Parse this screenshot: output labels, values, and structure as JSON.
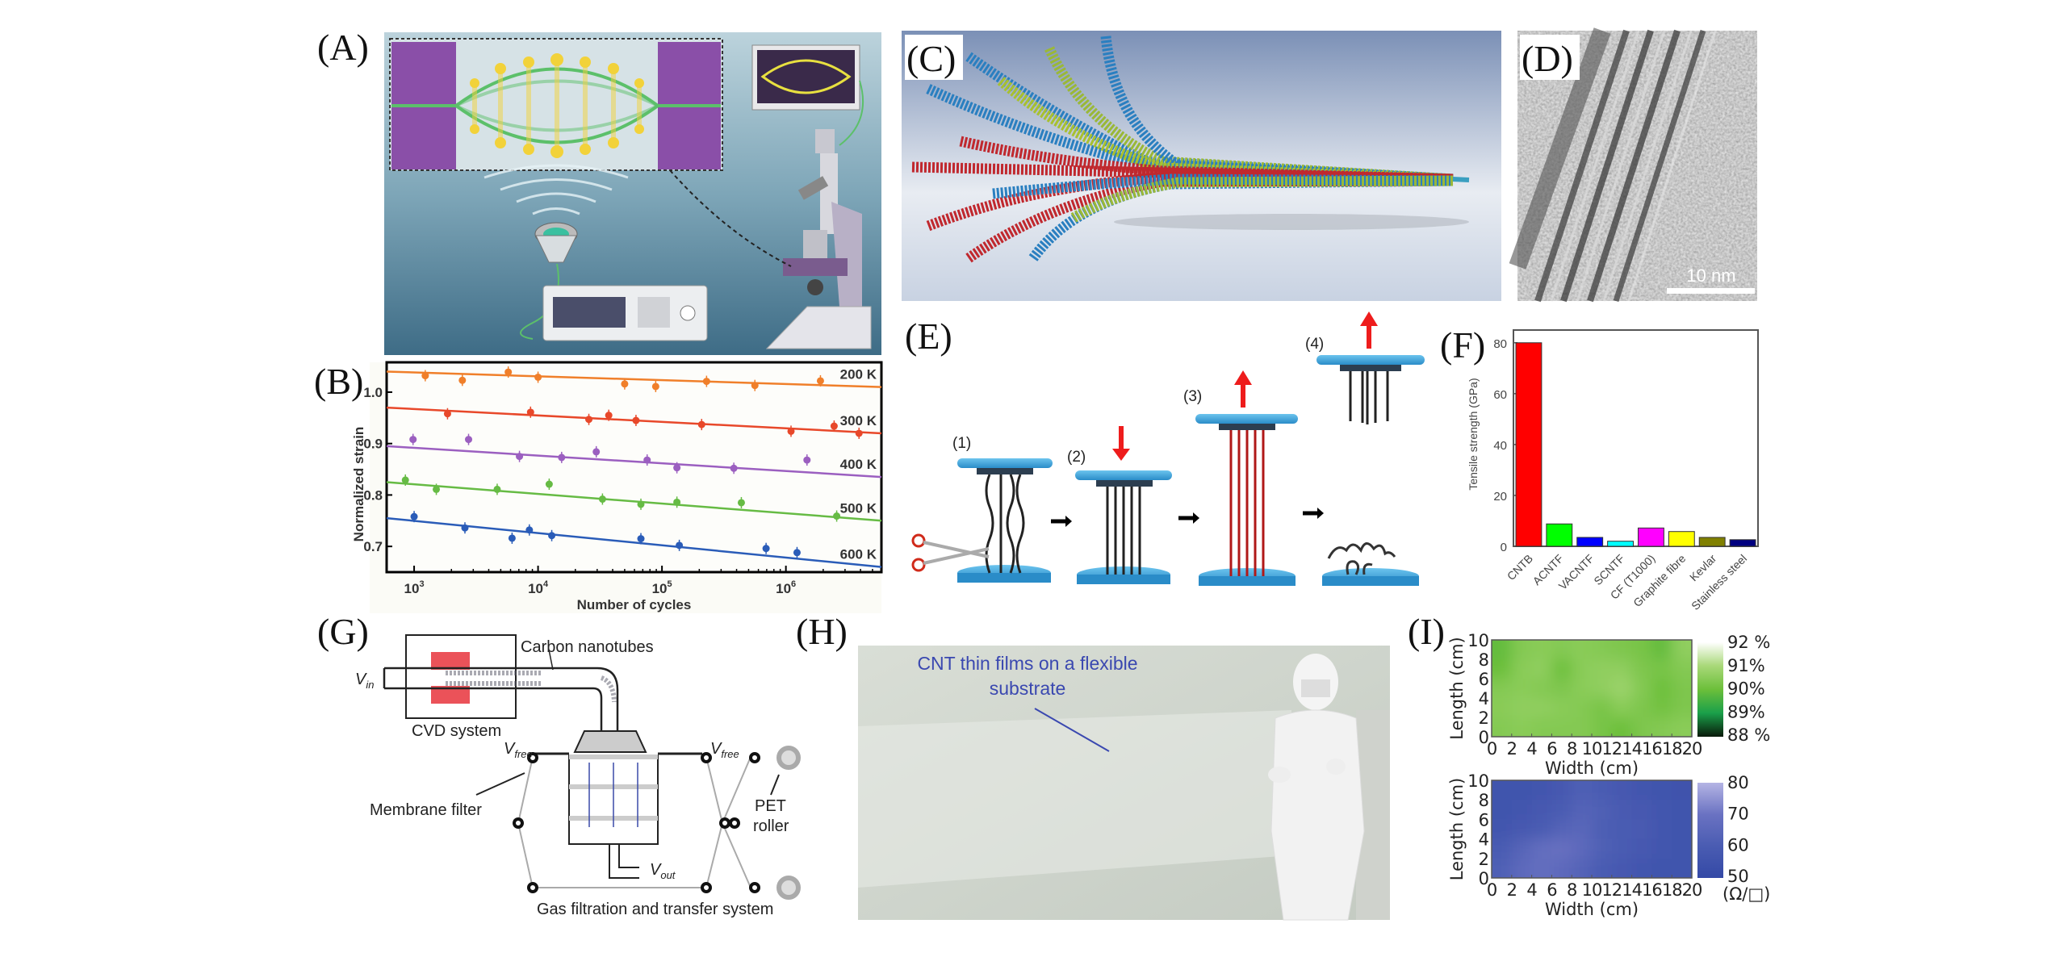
{
  "panel_labels": {
    "A": "(A)",
    "B": "(B)",
    "C": "(C)",
    "D": "(D)",
    "E": "(E)",
    "F": "(F)",
    "G": "(G)",
    "H": "(H)",
    "I": "(I)"
  },
  "panel_d": {
    "scale_bar": "10 nm"
  },
  "panel_e": {
    "steps": [
      "(1)",
      "(2)",
      "(3)",
      "(4)"
    ]
  },
  "panel_g": {
    "carbon_nanotubes": "Carbon nanotubes",
    "cvd_system": "CVD system",
    "v": "V",
    "in_sub": "in",
    "free_sub": "free",
    "out_sub": "out",
    "membrane_filter": "Membrane filter",
    "pet": "PET",
    "roller": "roller",
    "gas_system": "Gas filtration and transfer system"
  },
  "panel_h": {
    "annotation_line1": "CNT thin films on a flexible",
    "annotation_line2": "substrate"
  },
  "chart_data": [
    {
      "id": "B",
      "type": "scatter",
      "xlabel": "Number of cycles",
      "ylabel": "Normalized strain",
      "xscale": "log",
      "xlim": [
        600,
        5900000
      ],
      "ylim": [
        0.65,
        1.058
      ],
      "xticks": [
        {
          "value": 1000,
          "base": "10",
          "exp": "3"
        },
        {
          "value": 10000,
          "base": "10",
          "exp": "4"
        },
        {
          "value": 100000,
          "base": "10",
          "exp": "5"
        },
        {
          "value": 1000000,
          "base": "10",
          "exp": "6"
        }
      ],
      "yticks": [
        {
          "value": 0.7,
          "label": "0.7"
        },
        {
          "value": 0.8,
          "label": "0.8"
        },
        {
          "value": 0.9,
          "label": "0.9"
        },
        {
          "value": 1.0,
          "label": "1.0"
        }
      ],
      "series": [
        {
          "name": "200 K",
          "color": "#f07f2a",
          "fit": [
            1.04,
            1.01
          ],
          "points": [
            [
              1230,
              1.032
            ],
            [
              2450,
              1.023
            ],
            [
              5750,
              1.039
            ],
            [
              10000,
              1.029
            ],
            [
              50000,
              1.016
            ],
            [
              89000,
              1.011
            ],
            [
              229000,
              1.021
            ],
            [
              562000,
              1.013
            ],
            [
              1900000,
              1.022
            ]
          ]
        },
        {
          "name": "300 K",
          "color": "#e8482a",
          "fit": [
            0.97,
            0.92
          ],
          "points": [
            [
              1860,
              0.958
            ],
            [
              8700,
              0.961
            ],
            [
              25700,
              0.947
            ],
            [
              37200,
              0.955
            ],
            [
              61700,
              0.945
            ],
            [
              209000,
              0.937
            ],
            [
              1100000,
              0.924
            ],
            [
              2450000,
              0.934
            ],
            [
              3890000,
              0.92
            ]
          ]
        },
        {
          "name": "400 K",
          "color": "#9b5fc0",
          "fit": [
            0.895,
            0.835
          ],
          "points": [
            [
              980,
              0.908
            ],
            [
              2750,
              0.908
            ],
            [
              7080,
              0.875
            ],
            [
              15500,
              0.873
            ],
            [
              29500,
              0.884
            ],
            [
              75900,
              0.868
            ],
            [
              132000,
              0.853
            ],
            [
              380000,
              0.852
            ],
            [
              1480000,
              0.868
            ]
          ]
        },
        {
          "name": "500 K",
          "color": "#66bb44",
          "fit": [
            0.825,
            0.75
          ],
          "points": [
            [
              850,
              0.829
            ],
            [
              1510,
              0.811
            ],
            [
              4680,
              0.811
            ],
            [
              12300,
              0.821
            ],
            [
              33100,
              0.792
            ],
            [
              67600,
              0.782
            ],
            [
              132000,
              0.786
            ],
            [
              437000,
              0.785
            ],
            [
              2570000,
              0.759
            ]
          ]
        },
        {
          "name": "600 K",
          "color": "#2a5cb8",
          "fit": [
            0.755,
            0.66
          ],
          "points": [
            [
              1000,
              0.758
            ],
            [
              2570,
              0.736
            ],
            [
              6170,
              0.716
            ],
            [
              8510,
              0.732
            ],
            [
              12900,
              0.721
            ],
            [
              67600,
              0.715
            ],
            [
              138000,
              0.702
            ],
            [
              692000,
              0.696
            ],
            [
              1230000,
              0.688
            ]
          ]
        }
      ]
    },
    {
      "id": "F",
      "type": "bar",
      "ylabel": "Tensile strength (GPa)",
      "ylim": [
        0,
        85
      ],
      "yticks": [
        0,
        20,
        40,
        60,
        80
      ],
      "categories": [
        "CNTB",
        "ACNTF",
        "VACNTF",
        "SCNTF",
        "CF (T1000)",
        "Graphite fibre",
        "Kevlar",
        "Stainless steel"
      ],
      "values": [
        80,
        8.8,
        3.5,
        2.0,
        7.2,
        5.8,
        3.5,
        2.6
      ],
      "colors": [
        "#ff0000",
        "#00ff00",
        "#0000ff",
        "#00ffff",
        "#ff00ff",
        "#ffff00",
        "#808000",
        "#000080"
      ]
    },
    {
      "id": "I-transmittance",
      "type": "heatmap",
      "xlabel": "Width (cm)",
      "ylabel": "Length (cm)",
      "xlim": [
        0,
        20
      ],
      "ylim": [
        0,
        10
      ],
      "xticks": [
        0,
        2,
        4,
        6,
        8,
        10,
        12,
        14,
        16,
        18,
        20
      ],
      "yticks": [
        0,
        2,
        4,
        6,
        8,
        10
      ],
      "colorbar": {
        "min": 88,
        "max": 92,
        "labels": [
          "92 %",
          "91%",
          "90%",
          "89%",
          "88 %"
        ],
        "stops": [
          "#0a1a0a",
          "#1aa04a",
          "#6cbf3a",
          "#a8d878",
          "#ffffff"
        ]
      },
      "rows_top_to_bottom": [
        [
          89.9,
          90.4,
          90.5,
          90.4,
          90.5,
          90.4,
          90.3,
          90.2,
          89.9,
          90.6
        ],
        [
          90.0,
          90.5,
          90.6,
          90.0,
          90.5,
          90.6,
          90.6,
          90.3,
          90.2,
          90.4
        ],
        [
          90.4,
          90.5,
          90.4,
          90.3,
          90.5,
          90.6,
          90.8,
          90.4,
          90.0,
          90.3
        ],
        [
          90.5,
          90.6,
          90.6,
          90.5,
          90.4,
          90.2,
          90.5,
          90.3,
          90.1,
          90.3
        ],
        [
          90.4,
          90.5,
          90.4,
          90.4,
          90.4,
          90.2,
          90.0,
          90.3,
          90.4,
          90.5
        ]
      ]
    },
    {
      "id": "I-sheet-resistance",
      "type": "heatmap",
      "xlabel": "Width (cm)",
      "ylabel": "Length (cm)",
      "xlim": [
        0,
        20
      ],
      "ylim": [
        0,
        10
      ],
      "xticks": [
        0,
        2,
        4,
        6,
        8,
        10,
        12,
        14,
        16,
        18,
        20
      ],
      "yticks": [
        0,
        2,
        4,
        6,
        8,
        10
      ],
      "colorbar": {
        "min": 50,
        "max": 80,
        "labels": [
          "80",
          "70",
          "60",
          "50"
        ],
        "unit": "(Ω/□)",
        "stops": [
          "#3449a6",
          "#4a5cb2",
          "#6a72c2",
          "#b4b4e4"
        ]
      },
      "rows_top_to_bottom": [
        [
          56,
          56,
          57,
          58,
          62,
          60,
          58,
          57,
          56,
          55
        ],
        [
          56,
          57,
          58,
          60,
          63,
          62,
          59,
          58,
          57,
          56
        ],
        [
          57,
          58,
          60,
          63,
          65,
          61,
          60,
          59,
          57,
          56
        ],
        [
          60,
          64,
          68,
          69,
          66,
          62,
          60,
          58,
          57,
          56
        ],
        [
          62,
          66,
          68,
          66,
          63,
          60,
          58,
          57,
          56,
          56
        ]
      ]
    }
  ]
}
